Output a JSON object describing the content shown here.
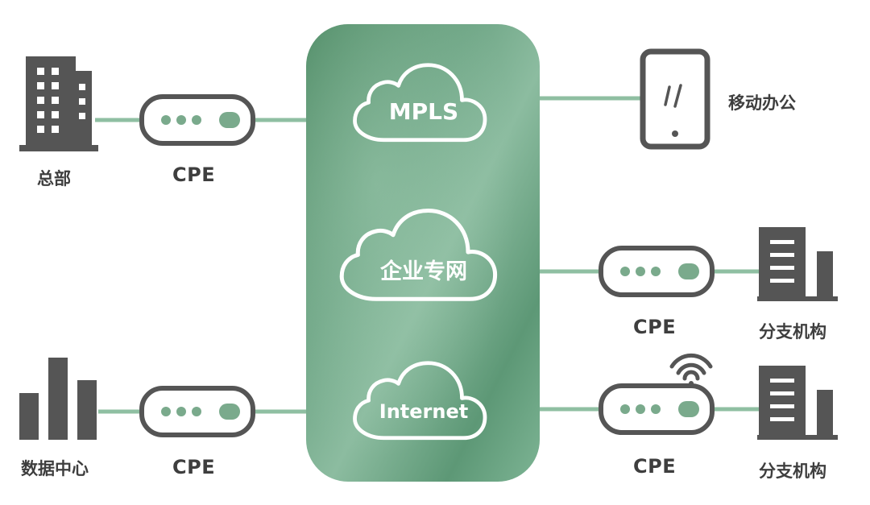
{
  "colors": {
    "line": "#8fbfa2",
    "device": "#555555",
    "panel_dark": "#4f8a66",
    "panel_light": "#7cb393",
    "cloud_stroke": "#ffffff",
    "router_dot": "#7aaa8c"
  },
  "network": {
    "clouds": [
      {
        "label": "MPLS"
      },
      {
        "label": "企业专网"
      },
      {
        "label": "Internet"
      }
    ]
  },
  "sites": {
    "hq": {
      "label": "总部",
      "icon": "office-building-icon"
    },
    "datacenter": {
      "label": "数据中心",
      "icon": "bar-chart-icon"
    },
    "mobile": {
      "label": "移动办公",
      "icon": "tablet-icon"
    },
    "branch1": {
      "label": "分支机构",
      "icon": "building-icon"
    },
    "branch2": {
      "label": "分支机构",
      "icon": "building-icon"
    }
  },
  "devices": {
    "cpe_label": "CPE",
    "router_icon": "router-icon",
    "wifi_icon": "wifi-icon"
  }
}
